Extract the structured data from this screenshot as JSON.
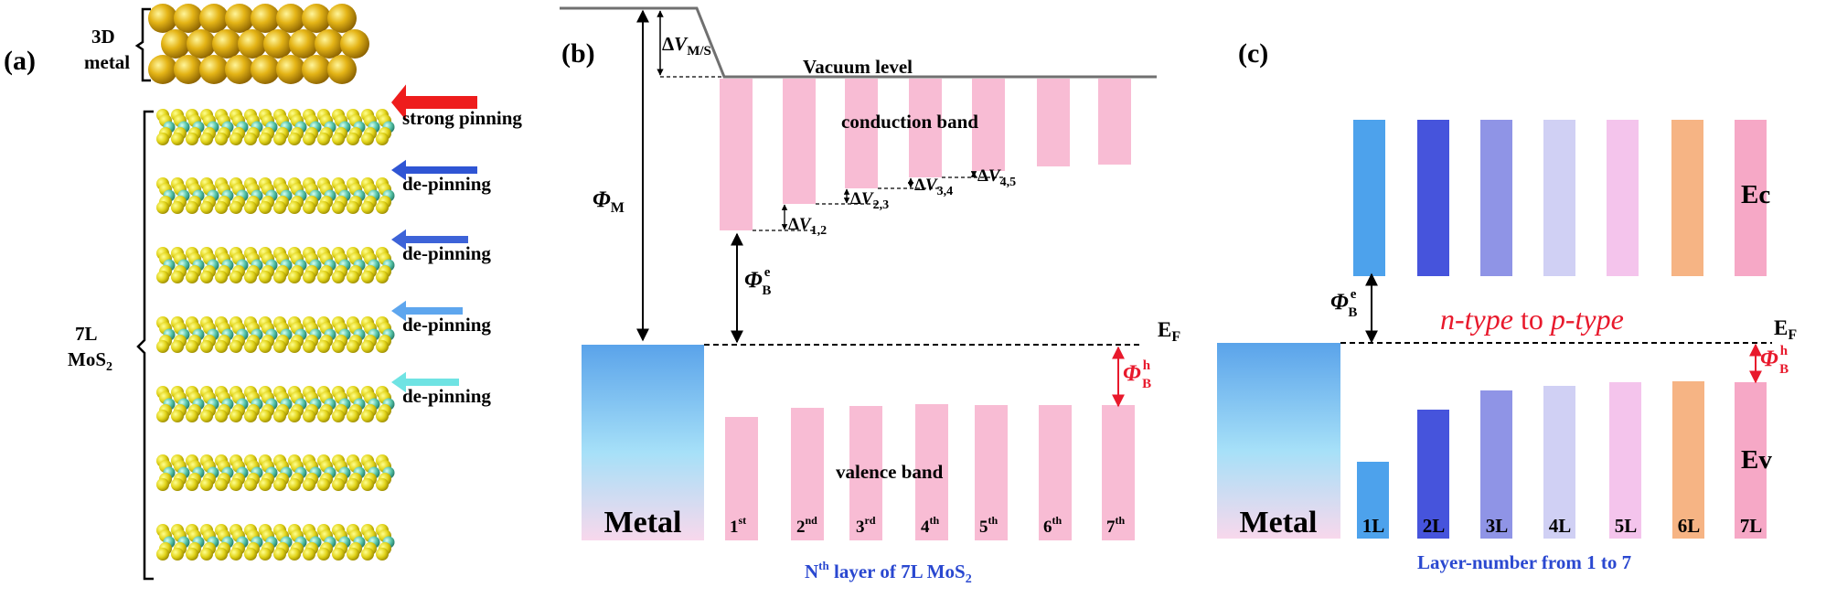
{
  "panel_a": {
    "label": "(a)",
    "metal_label_line1": "3D",
    "metal_label_line2": "metal",
    "mos2_label_line1": "7L",
    "mos2_label_line2": "MoS",
    "mos2_label_sub": "2",
    "arrows": [
      {
        "text": "strong pinning",
        "color": "#ee1c1c"
      },
      {
        "text": "de-pinning",
        "color": "#2f55d4"
      },
      {
        "text": "de-pinning",
        "color": "#3d63d8"
      },
      {
        "text": "de-pinning",
        "color": "#5ea6ee"
      },
      {
        "text": "de-pinning",
        "color": "#6fe3e3"
      }
    ]
  },
  "panel_b": {
    "label": "(b)",
    "delta_vms_prefix": "Δ",
    "delta_vms_v": "V",
    "delta_vms_sub": "M/S",
    "vacuum_level": "Vacuum level",
    "conduction_band": "conduction band",
    "valence_band": "valence band",
    "phi_m": "Φ",
    "phi_m_sub": "M",
    "phi_be": "Φ",
    "phi_be_sup": "e",
    "phi_be_sub": "B",
    "phi_bh": "Φ",
    "phi_bh_sup": "h",
    "phi_bh_sub": "B",
    "ef": "E",
    "ef_sub": "F",
    "metal": "Metal",
    "xlabel_prefix": "N",
    "xlabel_sup": "th",
    "xlabel_mid": " layer of 7L MoS",
    "xlabel_sub": "2",
    "delta_v": [
      {
        "d": "Δ",
        "v": "V",
        "sub": "1,2"
      },
      {
        "d": "Δ",
        "v": "V",
        "sub": "2,3"
      },
      {
        "d": "Δ",
        "v": "V",
        "sub": "3,4"
      },
      {
        "d": "Δ",
        "v": "V",
        "sub": "4,5"
      }
    ],
    "layers": [
      {
        "n": "1",
        "sup": "st"
      },
      {
        "n": "2",
        "sup": "nd"
      },
      {
        "n": "3",
        "sup": "rd"
      },
      {
        "n": "4",
        "sup": "th"
      },
      {
        "n": "5",
        "sup": "th"
      },
      {
        "n": "6",
        "sup": "th"
      },
      {
        "n": "7",
        "sup": "th"
      }
    ]
  },
  "panel_c": {
    "label": "(c)",
    "ec": "Ec",
    "ev": "Ev",
    "ef": "E",
    "ef_sub": "F",
    "phi_be": "Φ",
    "phi_be_sup": "e",
    "phi_be_sub": "B",
    "phi_bh": "Φ",
    "phi_bh_sup": "h",
    "phi_bh_sub": "B",
    "ntype": "n-type",
    "to": " to ",
    "ptype": "p-type",
    "metal": "Metal",
    "xlabel": "Layer-number from 1 to  7",
    "layers": [
      "1L",
      "2L",
      "3L",
      "4L",
      "5L",
      "6L",
      "7L"
    ],
    "colors": [
      "#4da2ec",
      "#4654dc",
      "#8f94e6",
      "#d0d0f4",
      "#f4c4ec",
      "#f6b484",
      "#f6a8c6"
    ]
  }
}
